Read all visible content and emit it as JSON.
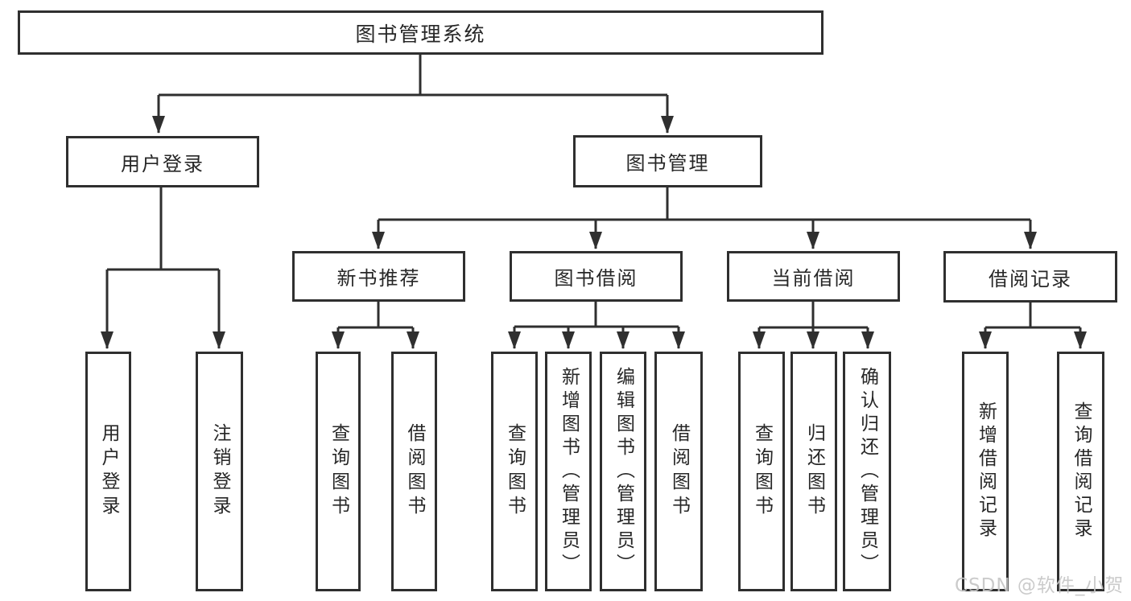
{
  "tree": {
    "root": "图书管理系统",
    "branches": [
      {
        "label": "用户登录",
        "children": [
          "用户登录",
          "注销登录"
        ]
      },
      {
        "label": "图书管理",
        "groups": [
          {
            "label": "新书推荐",
            "children": [
              "查询图书",
              "借阅图书"
            ]
          },
          {
            "label": "图书借阅",
            "children": [
              "查询图书",
              "新增图书（管理员）",
              "编辑图书（管理员）",
              "借阅图书"
            ]
          },
          {
            "label": "当前借阅",
            "children": [
              "查询图书",
              "归还图书",
              "确认归还（管理员）"
            ]
          },
          {
            "label": "借阅记录",
            "children": [
              "新增借阅记录",
              "查询借阅记录"
            ]
          }
        ]
      }
    ]
  },
  "watermark": {
    "text": "CSDN @软件_小贺同学"
  },
  "colors": {
    "line": "#2f2f2f",
    "text": "#272727",
    "watermark": "#c6c6c6",
    "background": "#ffffff"
  }
}
